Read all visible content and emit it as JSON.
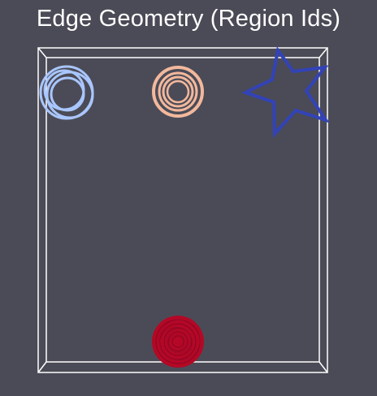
{
  "title": "Edge Geometry (Region Ids)",
  "colors": {
    "background": "#4b4b57",
    "bounding_box": "#ffffff",
    "region_light_blue": "#a9c6ff",
    "region_peach": "#f3b89c",
    "region_blue": "#3243b8",
    "region_red": "#b40826"
  },
  "regions": [
    {
      "name": "ring-light-blue",
      "shape": "rings",
      "color": "light_blue"
    },
    {
      "name": "ring-peach",
      "shape": "rings",
      "color": "peach"
    },
    {
      "name": "star-blue",
      "shape": "star",
      "color": "blue"
    },
    {
      "name": "disk-red",
      "shape": "dense-rings",
      "color": "red"
    }
  ]
}
